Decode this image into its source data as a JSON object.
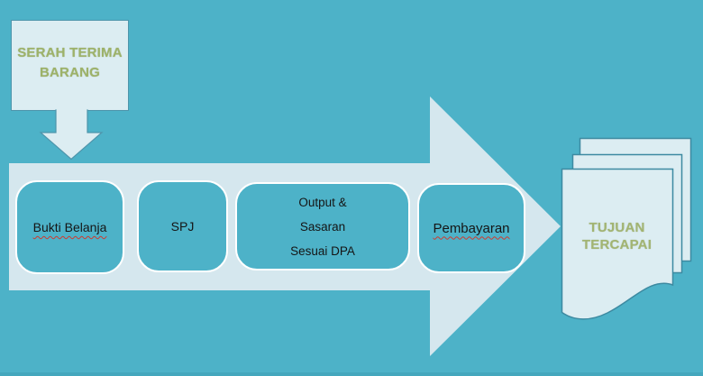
{
  "diagram_title": "procurement payment flow",
  "palette": {
    "background": "#4db2c8",
    "bottom_strip": "#44a7bd",
    "light_shape_fill": "#d5e7ee",
    "callout_fill": "#dcedf2",
    "callout_border": "#4e95ab",
    "paper_fill": "#dcedf2",
    "paper_border": "#3d8aa1",
    "step_fill": "#4db2c8",
    "step_border": "#ffffff",
    "green_text": "#9db269",
    "black_text": "#151515",
    "spellcheck_underline": "#d03a2e"
  },
  "start_box": {
    "label_line1": "SERAH TERIMA",
    "label_line2": "BARANG"
  },
  "process_arrow": {
    "steps": [
      {
        "label": "Bukti Belanja",
        "spellcheck": true
      },
      {
        "label": "SPJ",
        "spellcheck": false
      },
      {
        "lines": [
          "Output &",
          "Sasaran",
          "Sesuai DPA"
        ],
        "spellcheck": false
      },
      {
        "label": "Pembayaran",
        "spellcheck": true
      }
    ]
  },
  "result": {
    "label_line1": "TUJUAN",
    "label_line2": "TERCAPAI"
  }
}
